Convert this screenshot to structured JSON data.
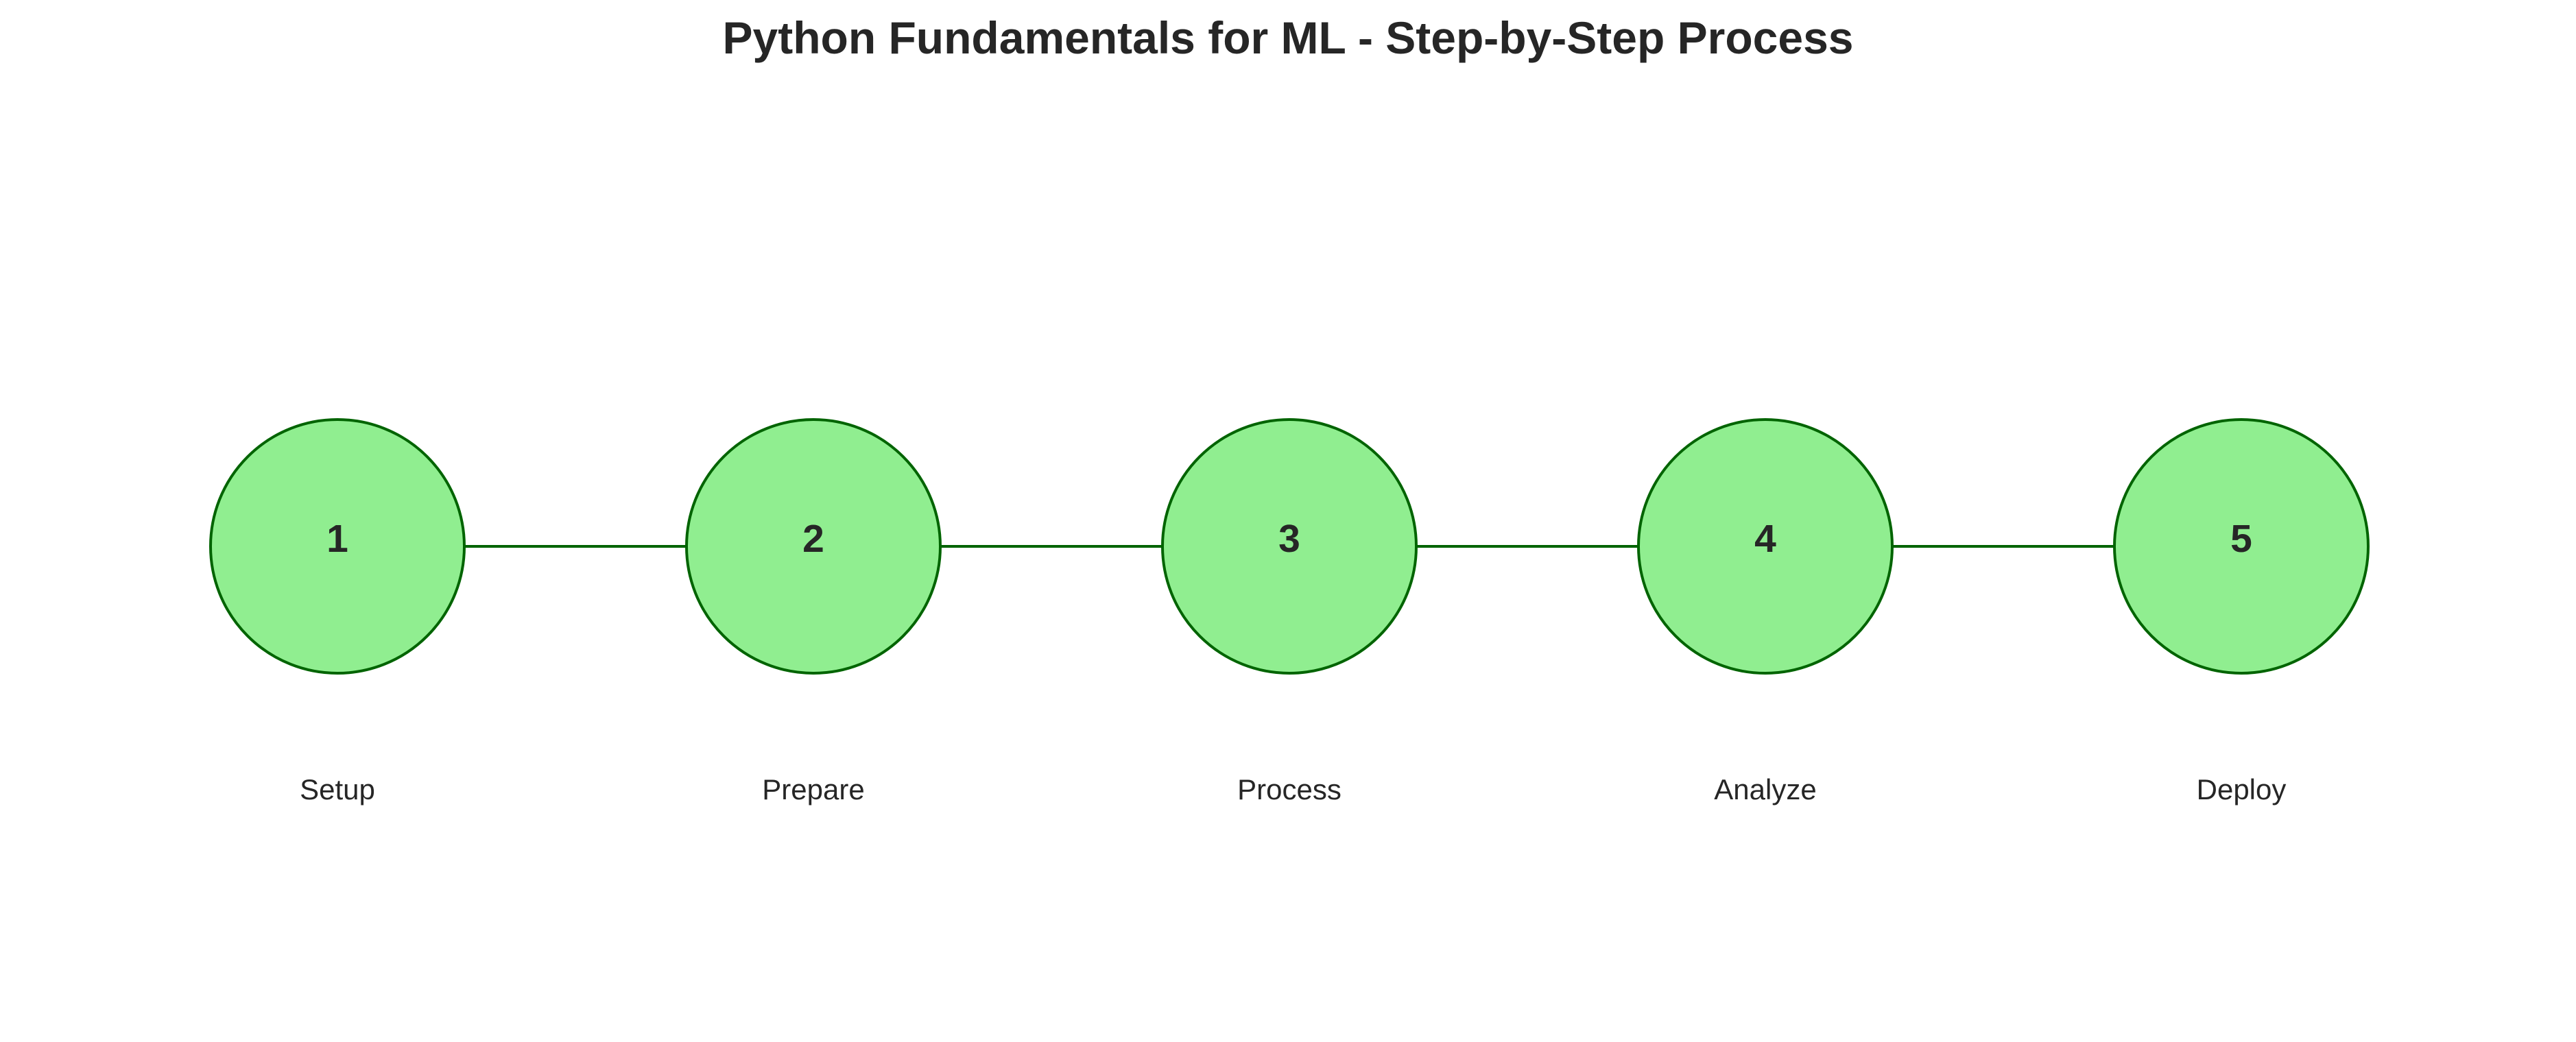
{
  "title": "Python Fundamentals for ML - Step-by-Step Process",
  "colors": {
    "node_fill": "#90EE90",
    "node_stroke": "#006400",
    "connector": "#006400",
    "text": "#262626"
  },
  "steps": [
    {
      "number": "1",
      "label": "Setup"
    },
    {
      "number": "2",
      "label": "Prepare"
    },
    {
      "number": "3",
      "label": "Process"
    },
    {
      "number": "4",
      "label": "Analyze"
    },
    {
      "number": "5",
      "label": "Deploy"
    }
  ]
}
